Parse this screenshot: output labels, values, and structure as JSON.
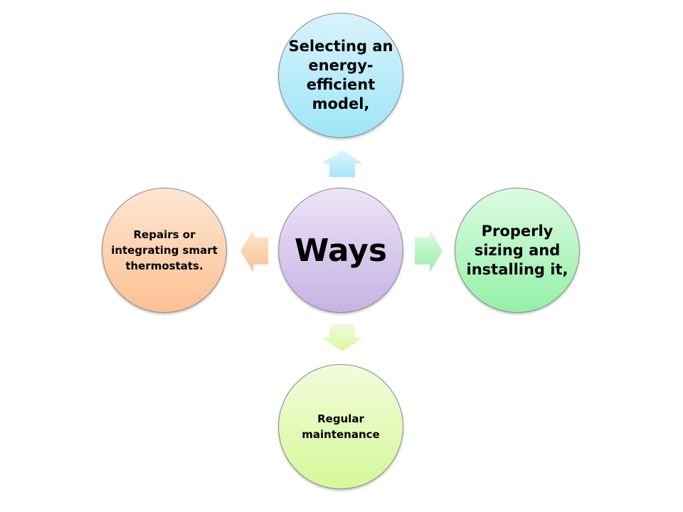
{
  "center": {
    "label": "Ways",
    "color": "#c6b2e4"
  },
  "nodes": [
    {
      "id": "top",
      "label": "Selecting an energy-efficient model,",
      "color": "#9ee5f8"
    },
    {
      "id": "right",
      "label": "Properly sizing and installing it,",
      "color": "#94f0a8"
    },
    {
      "id": "bottom",
      "label": "Regular maintenance",
      "color": "#d6f898"
    },
    {
      "id": "left",
      "label": "Repairs or integrating smart thermostats.",
      "color": "#fcc093"
    }
  ]
}
